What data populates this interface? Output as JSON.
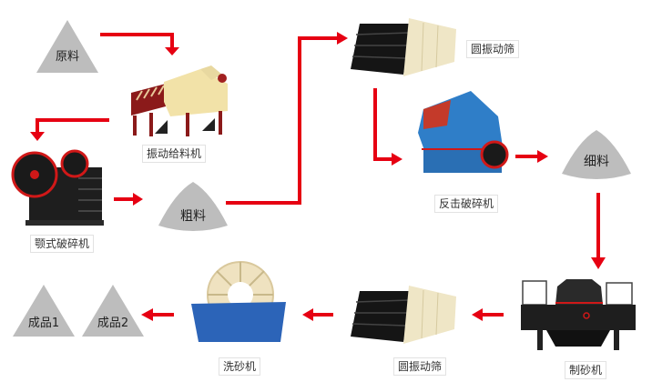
{
  "diagram": {
    "type": "process-flow",
    "accent_color": "#e60012",
    "pile_color": "#bdbdbd",
    "piles": {
      "raw_material": "原料",
      "coarse_material": "粗料",
      "fine_material": "细料",
      "product_1": "成品1",
      "product_2": "成品2"
    },
    "machines": {
      "vibrating_feeder": "振动给料机",
      "jaw_crusher": "颚式破碎机",
      "circular_screen_top": "圆振动筛",
      "impact_crusher": "反击破碎机",
      "sand_maker": "制砂机",
      "circular_screen_bottom": "圆振动筛",
      "sand_washer": "洗砂机"
    },
    "flow": [
      "原料",
      "振动给料机",
      "颚式破碎机",
      "粗料",
      "圆振动筛",
      "反击破碎机",
      "细料",
      "制砂机",
      "圆振动筛",
      "洗砂机",
      "成品2",
      "成品1"
    ]
  }
}
